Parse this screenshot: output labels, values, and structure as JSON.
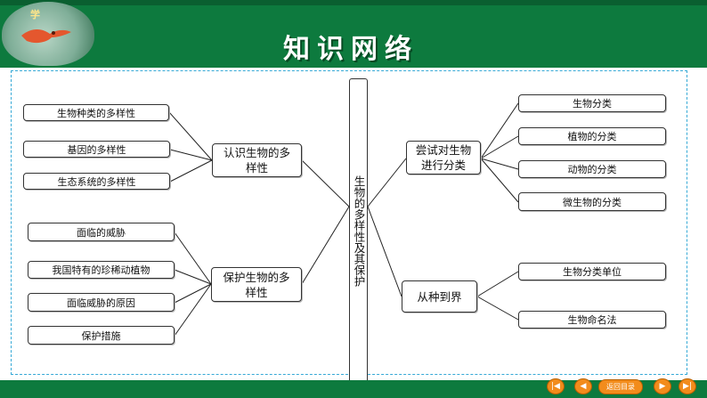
{
  "header": {
    "title": "知识网络",
    "logo_text": "学"
  },
  "center": {
    "label": "生物的多样性及其保护"
  },
  "left_groups": [
    {
      "label": "认识生物的多样性",
      "items": [
        "生物种类的多样性",
        "基因的多样性",
        "生态系统的多样性"
      ]
    },
    {
      "label": "保护生物的多样性",
      "items": [
        "面临的威胁",
        "我国特有的珍稀动植物",
        "面临威胁的原因",
        "保护措施"
      ]
    }
  ],
  "right_groups": [
    {
      "label": "尝试对生物进行分类",
      "items": [
        "生物分类",
        "植物的分类",
        "动物的分类",
        "微生物的分类"
      ]
    },
    {
      "label": "从种到界",
      "items": [
        "生物分类单位",
        "生物命名法"
      ]
    }
  ],
  "colors": {
    "header_green": "#0d7a3e",
    "frame_dash": "#36a9d6",
    "nav_orange": "#f28c1c"
  },
  "footer": {
    "buttons": [
      {
        "icon": "first-page-icon",
        "glyph": "|◀"
      },
      {
        "icon": "prev-page-icon",
        "glyph": "◀"
      },
      {
        "icon": "next-page-icon",
        "glyph": "▶"
      },
      {
        "icon": "last-page-icon",
        "glyph": "▶|"
      }
    ],
    "return_label": "返回目录"
  }
}
